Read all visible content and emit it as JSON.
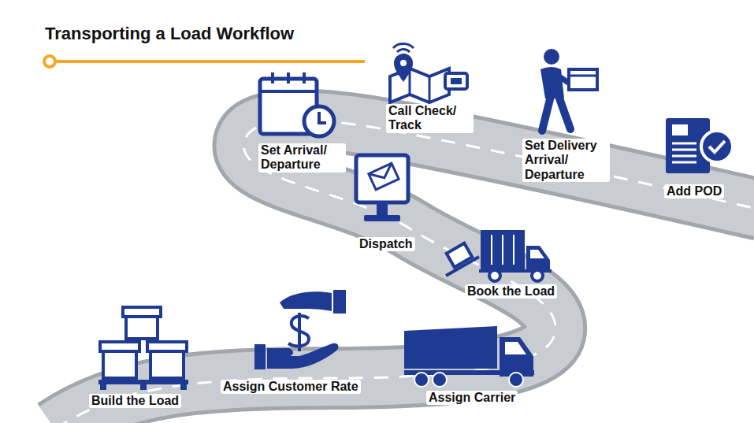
{
  "diagram": {
    "title": "Transporting a Load Workflow",
    "nodes": [
      {
        "text": [
          "Build the Load"
        ]
      },
      {
        "text": [
          "Assign Customer Rate"
        ]
      },
      {
        "text": [
          "Assign Carrier"
        ]
      },
      {
        "text": [
          "Book the Load"
        ]
      },
      {
        "text": [
          "Dispatch"
        ]
      },
      {
        "text": [
          "Set Arrival/ Departure"
        ]
      },
      {
        "text": [
          "Call Check/ Track"
        ]
      },
      {
        "text": [
          "Set Delivery Arrival/ Departure"
        ]
      },
      {
        "text": [
          "Add POD"
        ]
      }
    ]
  }
}
